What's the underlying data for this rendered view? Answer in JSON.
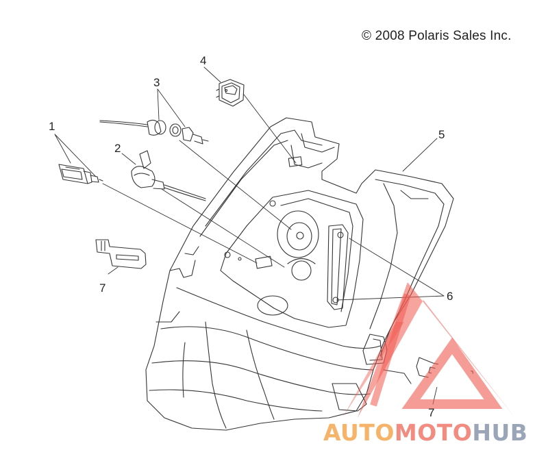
{
  "copyright": "© 2008 Polaris Sales Inc.",
  "callouts": {
    "c1": "1",
    "c2": "2",
    "c3": "3",
    "c4": "4",
    "c5": "5",
    "c6": "6",
    "c7a": "7",
    "c7b": "7"
  },
  "watermark": {
    "part1": "AUTO",
    "part2": "MOTO",
    "part3": "HUB",
    "colors": {
      "auto": "#f6b36a",
      "moto": "#f28b80",
      "hub": "#9aa6b8",
      "triangle": "#f07a70"
    }
  }
}
